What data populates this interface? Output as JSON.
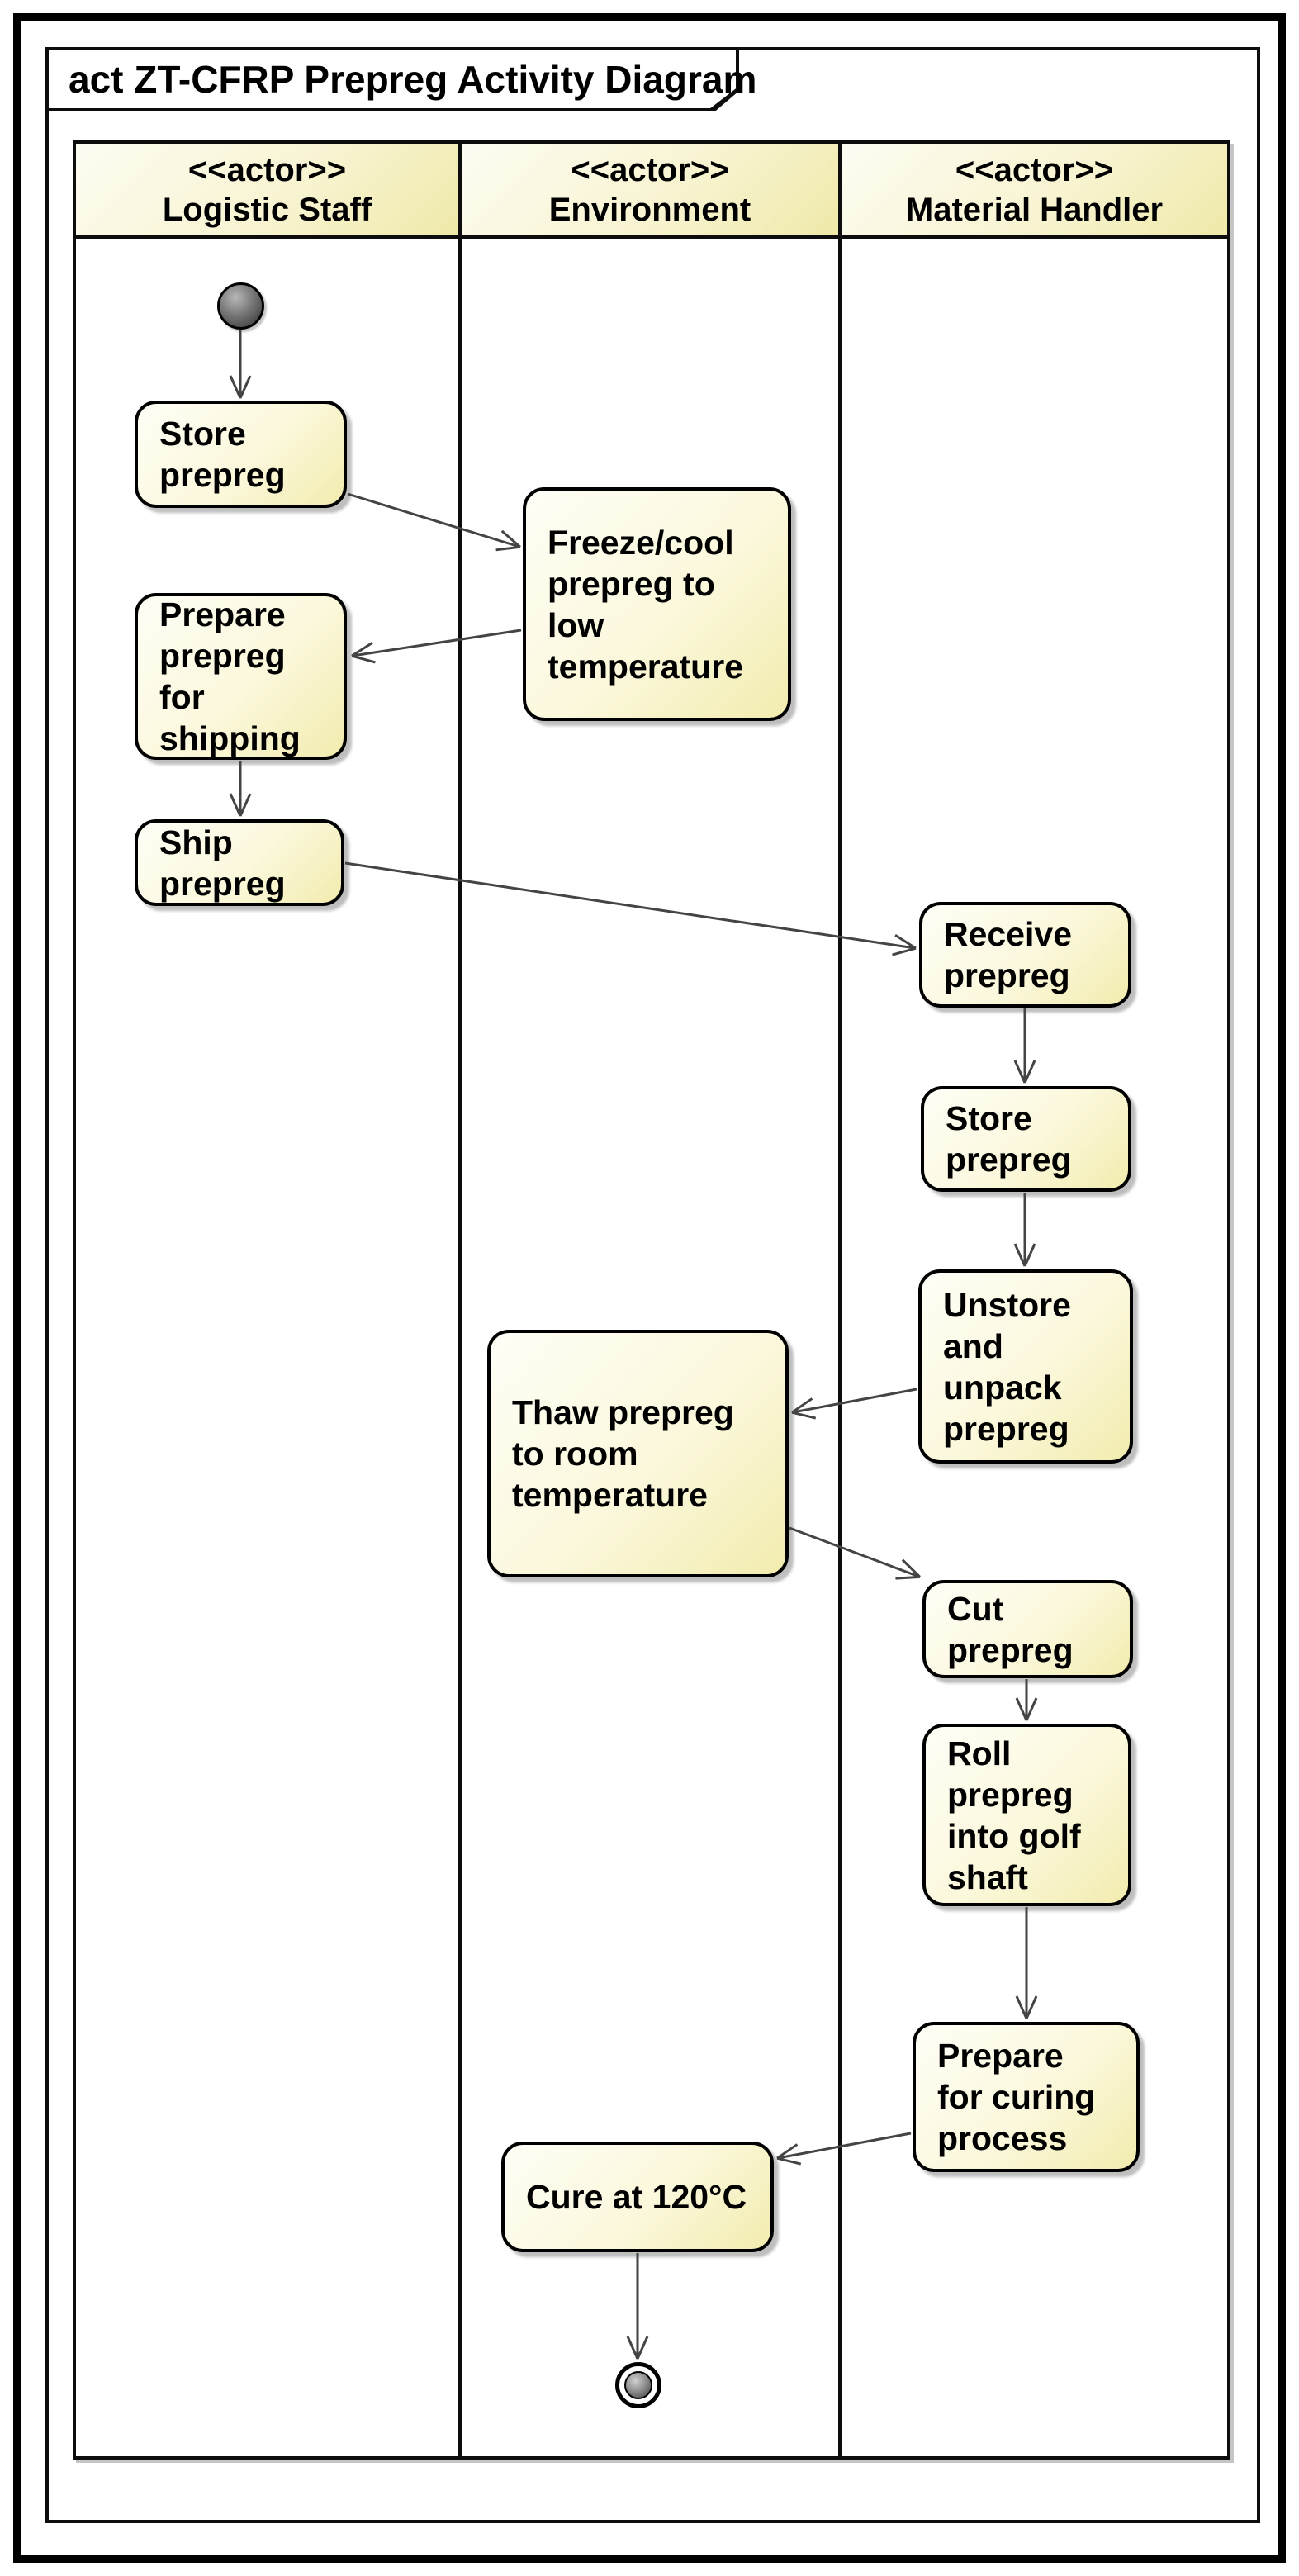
{
  "frame": {
    "title": "act ZT-CFRP Prepreg Activity Diagram",
    "diagram_type": "UML Activity Diagram"
  },
  "lanes": [
    {
      "stereotype": "<<actor>>",
      "name": "Logistic Staff"
    },
    {
      "stereotype": "<<actor>>",
      "name": "Environment"
    },
    {
      "stereotype": "<<actor>>",
      "name": "Material Handler"
    }
  ],
  "nodes": {
    "start": {
      "type": "initial-node",
      "lane": "Logistic Staff"
    },
    "store_prepreg_logistic": {
      "label": "Store\nprepreg",
      "lane": "Logistic Staff"
    },
    "freeze_cool": {
      "label": "Freeze/cool\nprepreg to\nlow\ntemperature",
      "lane": "Environment"
    },
    "prepare_shipping": {
      "label": "Prepare\nprepreg\nfor\nshipping",
      "lane": "Logistic Staff"
    },
    "ship_prepreg": {
      "label": "Ship\nprepreg",
      "lane": "Logistic Staff"
    },
    "receive_prepreg": {
      "label": "Receive\nprepreg",
      "lane": "Material Handler"
    },
    "store_prepreg_handler": {
      "label": "Store\nprepreg",
      "lane": "Material Handler"
    },
    "unstore_unpack": {
      "label": "Unstore\nand\nunpack\nprepreg",
      "lane": "Material Handler"
    },
    "thaw_prepreg": {
      "label": "Thaw prepreg\nto room\ntemperature",
      "lane": "Environment"
    },
    "cut_prepreg": {
      "label": "Cut\nprepreg",
      "lane": "Material Handler"
    },
    "roll_prepreg": {
      "label": "Roll\nprepreg\ninto golf\nshaft",
      "lane": "Material Handler"
    },
    "prepare_curing": {
      "label": "Prepare\nfor curing\nprocess",
      "lane": "Material Handler"
    },
    "cure": {
      "label": "Cure at 120°C",
      "lane": "Environment"
    },
    "final": {
      "type": "activity-final-node",
      "lane": "Environment"
    }
  },
  "edges": [
    {
      "from": "start",
      "to": "store_prepreg_logistic"
    },
    {
      "from": "store_prepreg_logistic",
      "to": "freeze_cool"
    },
    {
      "from": "freeze_cool",
      "to": "prepare_shipping"
    },
    {
      "from": "prepare_shipping",
      "to": "ship_prepreg"
    },
    {
      "from": "ship_prepreg",
      "to": "receive_prepreg"
    },
    {
      "from": "receive_prepreg",
      "to": "store_prepreg_handler"
    },
    {
      "from": "store_prepreg_handler",
      "to": "unstore_unpack"
    },
    {
      "from": "unstore_unpack",
      "to": "thaw_prepreg"
    },
    {
      "from": "thaw_prepreg",
      "to": "cut_prepreg"
    },
    {
      "from": "cut_prepreg",
      "to": "roll_prepreg"
    },
    {
      "from": "roll_prepreg",
      "to": "prepare_curing"
    },
    {
      "from": "prepare_curing",
      "to": "cure"
    },
    {
      "from": "cure",
      "to": "final"
    }
  ],
  "colors": {
    "node_fill_light": "#FFFEF6",
    "node_fill_dark": "#F2ECAE",
    "node_border": "#000000",
    "arrow": "#444444",
    "frame_border": "#0D0D0D",
    "background": "#FFFFFF"
  }
}
